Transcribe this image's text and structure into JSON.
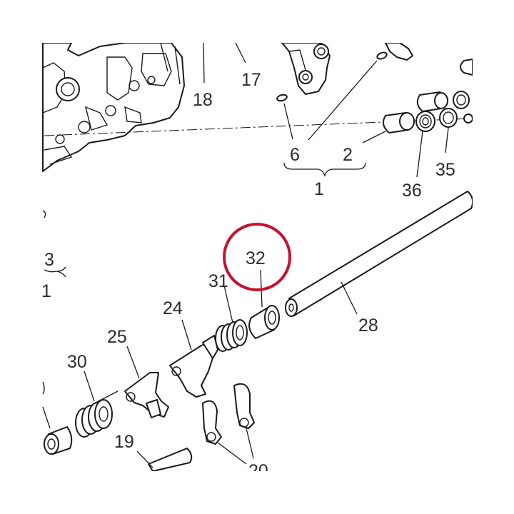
{
  "callouts": {
    "c18": "18",
    "c17": "17",
    "c6": "6",
    "c2": "2",
    "c1": "1",
    "c36": "36",
    "c35": "35",
    "c3": "3",
    "c1_left": "1",
    "c32": "32",
    "c31": "31",
    "c24": "24",
    "c28": "28",
    "c25": "25",
    "c30": "30",
    "c19": "19",
    "c20": "20"
  },
  "highlight": {
    "target": "32",
    "color": "#c8102e"
  },
  "colors": {
    "line": "#1a1a1a",
    "text": "#2b2b2b",
    "background": "#ffffff"
  }
}
